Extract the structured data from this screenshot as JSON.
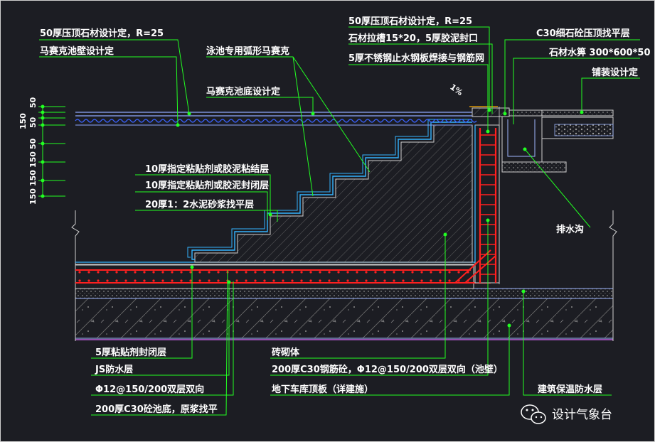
{
  "labels": {
    "l01": "50厚压顶石材设计定，R=25",
    "l02": "马赛克池壁设计定",
    "l03": "泳池专用弧形马赛克",
    "l04": "马赛克池底设计定",
    "l05": "10厚指定粘贴剂或胶泥粘结层",
    "l06": "10厚指定粘贴剂或胶泥封闭层",
    "l07": "20厚1：2水泥砂浆找平层",
    "l08": "50厚压顶石材设计定，R=25",
    "l09": "石材拉槽15*20，5厚胶泥封口",
    "l10": "5厚不锈钢止水钢板焊接与钢筋网",
    "l11": "C30细石砼压顶找平层",
    "l12": "石材水箅 300*600*50",
    "l13": "铺装设计定",
    "l14": "排水沟",
    "l15": "5厚粘贴剂封闭层",
    "l16": "JS防水层",
    "l17": "Φ12@150/200双层双向",
    "l18": "200厚C30砼池底，原浆找平",
    "l19": "砖砌体",
    "l20": "200厚C30钢筋砼，Φ12@150/200双层双向（池壁）",
    "l21": "地下车库顶板（详建施）",
    "l22": "建筑保温防水层"
  },
  "dims": {
    "d1": "50",
    "d2": "50",
    "d3": "50",
    "d4": "150",
    "d5": "150",
    "d6": "150",
    "d7": "150",
    "slope": "1%"
  },
  "watermark": "设计气象台",
  "colors": {
    "background": "#1c1d23",
    "leader": "#22ff22",
    "structure": "#ff2020",
    "outline": "#9fb8ff",
    "hatch": "#7a7a7a",
    "mosaic": "#34b4ff"
  }
}
